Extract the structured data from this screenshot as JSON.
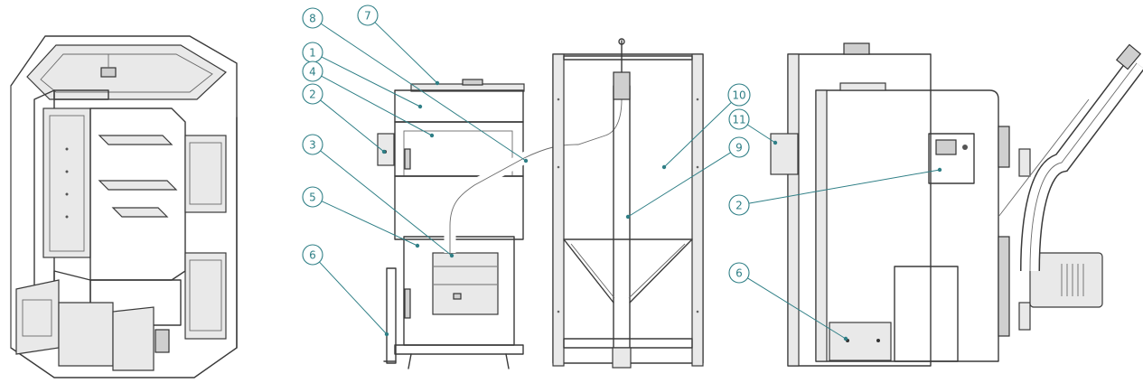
{
  "colors": {
    "line": "#3a3a3a",
    "callout": "#2f7f86"
  },
  "callouts": [
    {
      "id": "c7",
      "label": "7"
    },
    {
      "id": "c8",
      "label": "8"
    },
    {
      "id": "c1",
      "label": "1"
    },
    {
      "id": "c4",
      "label": "4"
    },
    {
      "id": "c2a",
      "label": "2"
    },
    {
      "id": "c3",
      "label": "3"
    },
    {
      "id": "c5",
      "label": "5"
    },
    {
      "id": "c6a",
      "label": "6"
    },
    {
      "id": "c10",
      "label": "10"
    },
    {
      "id": "c9",
      "label": "9"
    },
    {
      "id": "c11",
      "label": "11"
    },
    {
      "id": "c2b",
      "label": "2"
    },
    {
      "id": "c6b",
      "label": "6"
    }
  ]
}
